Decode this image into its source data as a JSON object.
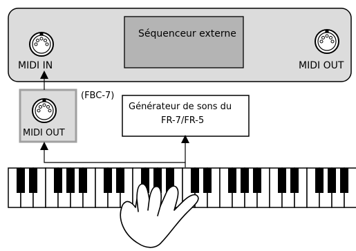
{
  "external_sequencer": {
    "title": "Séquenceur externe",
    "midi_in_label": "MIDI IN",
    "midi_out_label": "MIDI OUT"
  },
  "fbc7": {
    "label": "(FBC-7)",
    "midi_out_label": "MIDI OUT"
  },
  "sound_generator": {
    "line1": "Générateur de sons du",
    "line2": "FR-7/FR-5"
  },
  "colors": {
    "panel_fill": "#dcdcdc",
    "screen_fill": "#b4b4b4",
    "stroke": "#000000",
    "white": "#ffffff"
  },
  "icons": [
    "midi-connector-icon",
    "hand-pointing-icon",
    "arrow-icon"
  ]
}
